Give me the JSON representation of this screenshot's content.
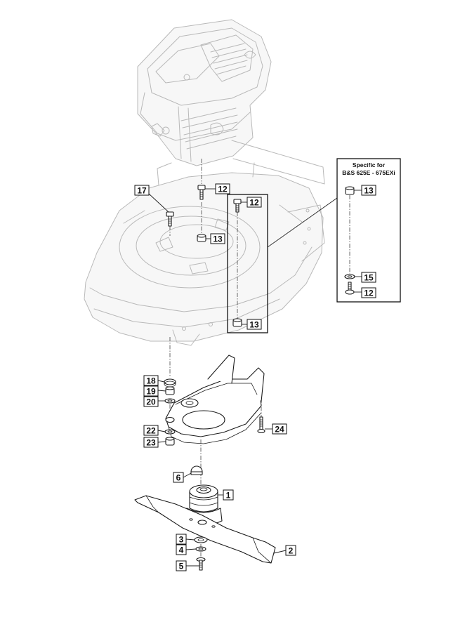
{
  "diagram": {
    "note_lines": [
      "Specific for",
      "B&S 625E - 675EXi"
    ],
    "callouts": [
      "17",
      "12",
      "13",
      "12",
      "13",
      "13",
      "15",
      "12",
      "13",
      "18",
      "19",
      "20",
      "22",
      "23",
      "24",
      "6",
      "1",
      "3",
      "4",
      "5",
      "2"
    ]
  }
}
